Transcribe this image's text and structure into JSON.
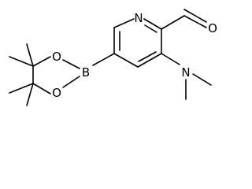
{
  "atoms": {
    "pyridine_n": "N",
    "aldehyde_o": "O",
    "amine_n": "N",
    "boron": "B",
    "ester_o_upper": "O",
    "ester_o_lower": "O"
  },
  "colors": {
    "bond": "#000000",
    "label": "#000000",
    "background": "#ffffff"
  }
}
